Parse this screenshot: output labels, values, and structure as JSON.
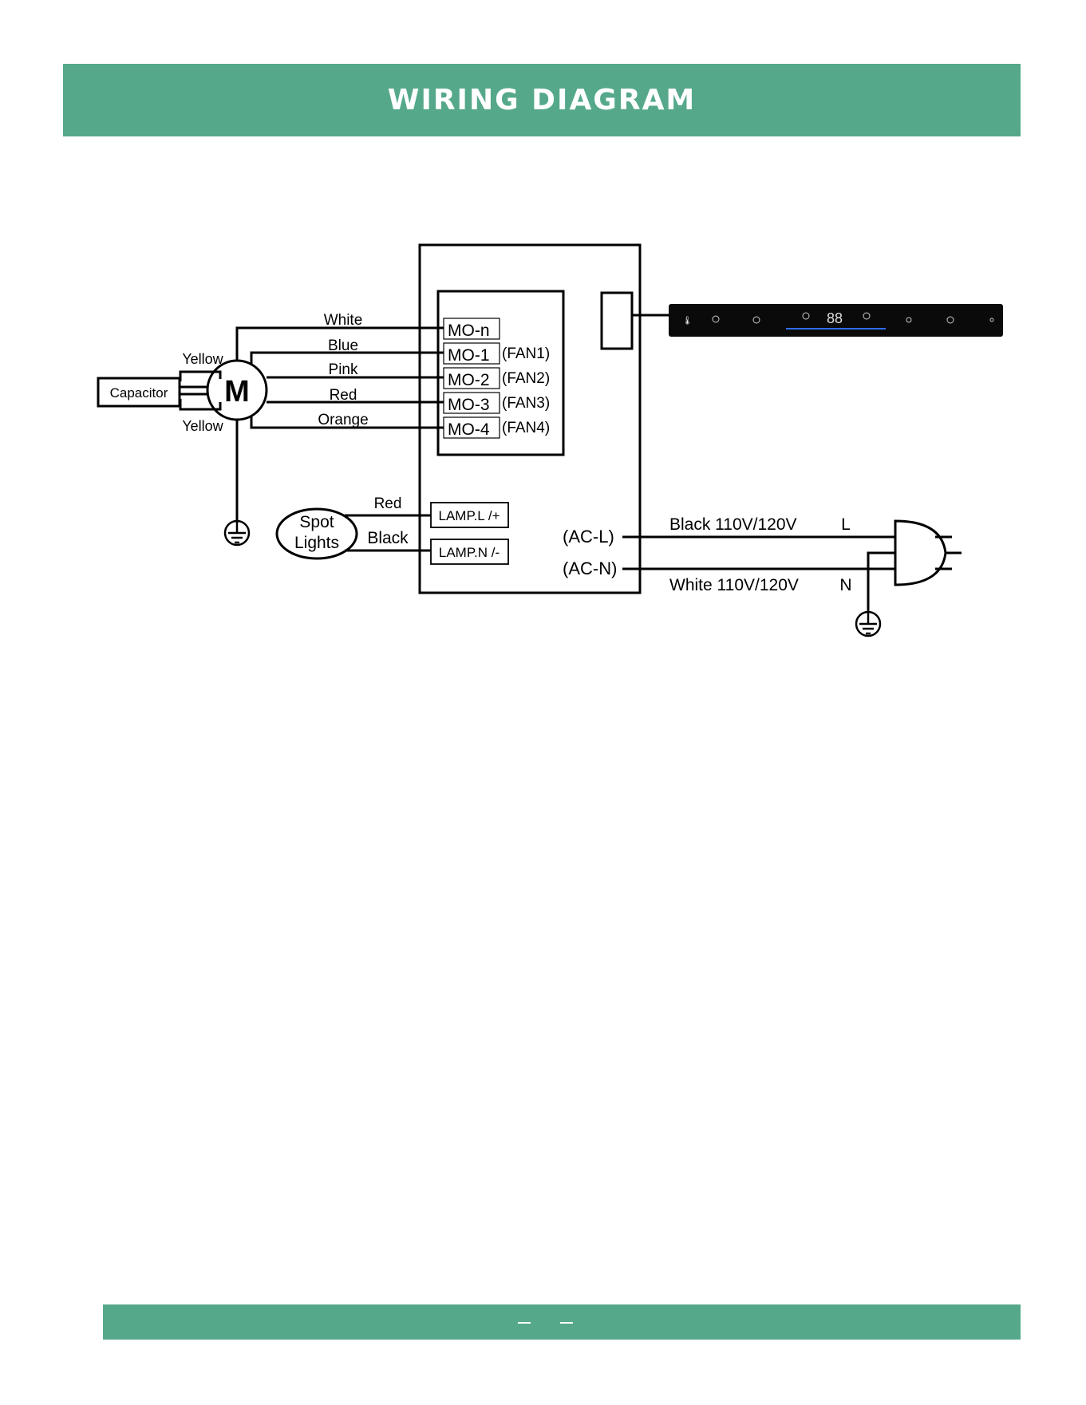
{
  "header": {
    "title": "WIRING DIAGRAM"
  },
  "colors": {
    "header_bg": "#55a98a",
    "panel_bg": "#0a0a0a",
    "panel_glow": "#2f6cff"
  },
  "diagram": {
    "motor": "M",
    "capacitor": "Capacitor",
    "motor_wires": {
      "white": "White",
      "blue": "Blue",
      "pink": "Pink",
      "red": "Red",
      "orange": "Orange",
      "yellow_top": "Yellow",
      "yellow_bottom": "Yellow"
    },
    "terminals": {
      "mo_n": "MO-n",
      "mo_1": "MO-1",
      "mo_2": "MO-2",
      "mo_3": "MO-3",
      "mo_4": "MO-4",
      "fan1": "(FAN1)",
      "fan2": "(FAN2)",
      "fan3": "(FAN3)",
      "fan4": "(FAN4)"
    },
    "lamp": {
      "spot": "Spot",
      "lights": "Lights",
      "red": "Red",
      "black": "Black",
      "lamp_l": "LAMP.L /+",
      "lamp_n": "LAMP.N /-"
    },
    "power": {
      "ac_l": "(AC-L)",
      "ac_n": "(AC-N)",
      "black_label": "Black 110V/120V",
      "l": "L",
      "white_label": "White 110V/120V",
      "n": "N"
    },
    "control_panel": {
      "display": "88"
    }
  }
}
